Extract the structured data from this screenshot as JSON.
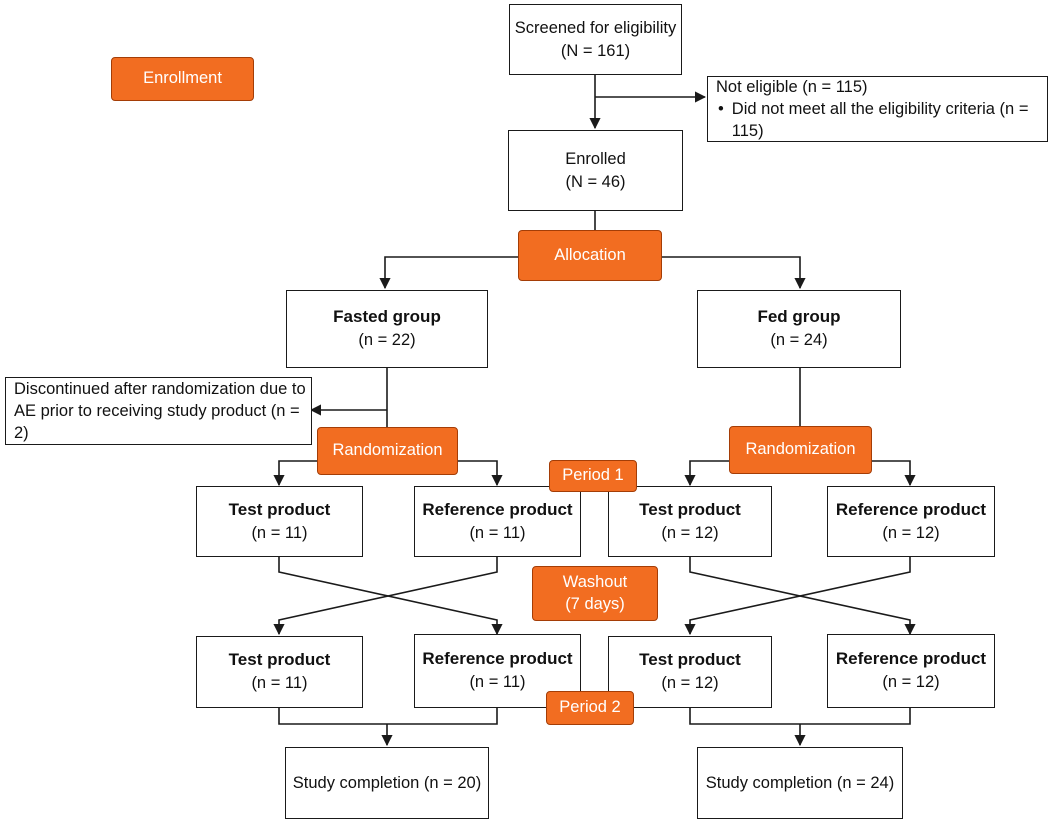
{
  "labels": {
    "enrollment": "Enrollment",
    "allocation": "Allocation",
    "randomization": "Randomization",
    "period1": "Period 1",
    "washout": "Washout",
    "washout_days": "(7 days)",
    "period2": "Period 2"
  },
  "screened": {
    "title": "Screened for eligibility",
    "count": "(N = 161)"
  },
  "not_eligible": {
    "title": "Not eligible (n = 115)",
    "bullet": "•",
    "reason": "Did not meet all the eligibility criteria (n = 115)"
  },
  "enrolled": {
    "title": "Enrolled",
    "count": "(N = 46)"
  },
  "fasted": {
    "title": "Fasted group",
    "count": "(n = 22)"
  },
  "fed": {
    "title": "Fed group",
    "count": "(n = 24)"
  },
  "discontinued": {
    "line1": "Discontinued after randomization due to",
    "line2": "AE prior to receiving study product (n = 2)"
  },
  "period1_boxes": [
    {
      "title": "Test product",
      "count": "(n = 11)"
    },
    {
      "title": "Reference product",
      "count": "(n = 11)"
    },
    {
      "title": "Test product",
      "count": "(n = 12)"
    },
    {
      "title": "Reference product",
      "count": "(n = 12)"
    }
  ],
  "period2_boxes": [
    {
      "title": "Test product",
      "count": "(n = 11)"
    },
    {
      "title": "Reference product",
      "count": "(n = 11)"
    },
    {
      "title": "Test product",
      "count": "(n = 12)"
    },
    {
      "title": "Reference product",
      "count": "(n = 12)"
    }
  ],
  "completion": [
    {
      "text": "Study completion (n = 20)"
    },
    {
      "text": "Study completion (n = 24)"
    }
  ],
  "colors": {
    "tag_fill": "#f26d21",
    "tag_border": "#a43d06",
    "line": "#1a1a1a"
  }
}
